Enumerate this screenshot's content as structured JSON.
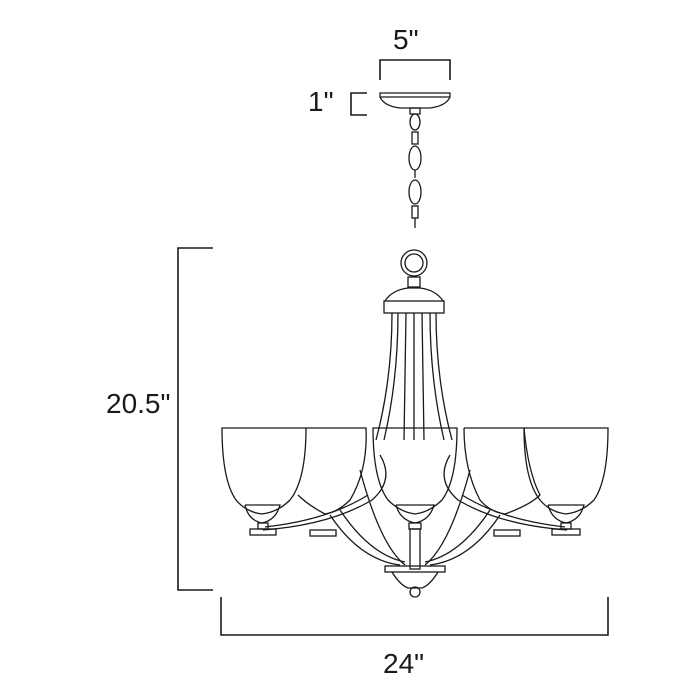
{
  "diagram": {
    "subject": "Five-light chandelier dimension drawing",
    "dimensions": {
      "canopy_width": "5\"",
      "canopy_height": "1\"",
      "fixture_height": "20.5\"",
      "fixture_width": "24\""
    },
    "line_color": "#1a1a1a",
    "background": "#ffffff",
    "shade_count": 5
  }
}
